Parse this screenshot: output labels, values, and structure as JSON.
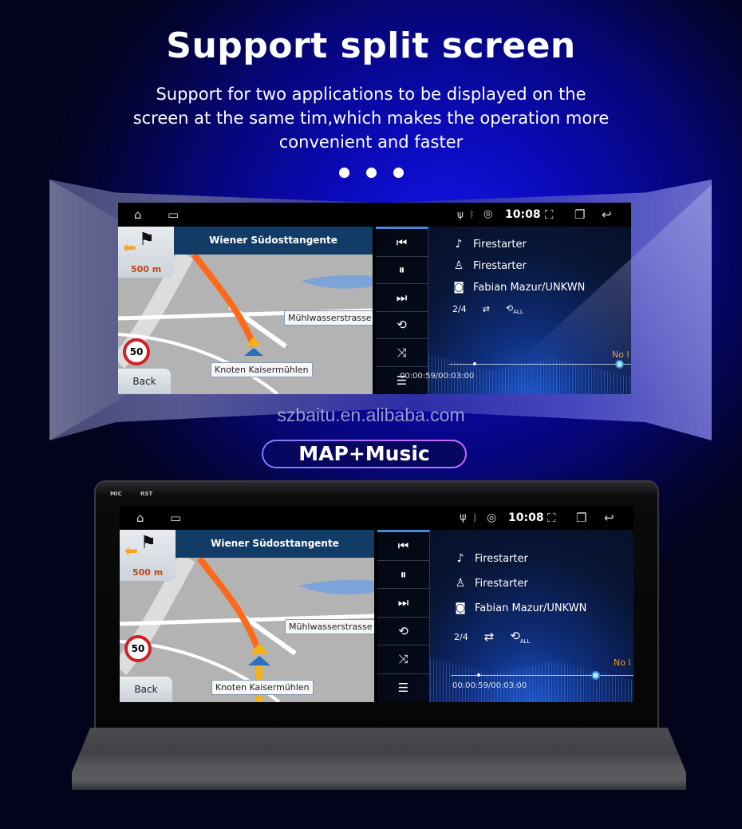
{
  "header": {
    "title": "Support split screen",
    "subtitle": "Support for two applications to be displayed on the screen at the same tim,which makes the operation more convenient and faster",
    "pager_dots": 3
  },
  "watermark": "szbaitu.en.alibaba.com",
  "mode_badge": "MAP+Music",
  "device": {
    "labels": [
      "MIC",
      "RST"
    ]
  },
  "screen": {
    "statusbar": {
      "left_icons": [
        "home-icon",
        "screen-icon"
      ],
      "right_icons": [
        "usb-icon",
        "bluetooth-icon",
        "hotspot-icon",
        "fullscreen-icon",
        "recent-apps-icon",
        "back-icon"
      ],
      "time": "10:08"
    },
    "map": {
      "road_title": "Wiener Südosttangente",
      "turn_distance": "500 m",
      "speed_limit": "50",
      "back_label": "Back",
      "street_labels": [
        "Mühlwasserstrasse",
        "Knoten Kaisermühlen"
      ],
      "route_color": "#ff6a1a",
      "header_color": "#123c66"
    },
    "music": {
      "controls": [
        "previous-icon",
        "pause-icon",
        "next-icon",
        "repeat-icon",
        "shuffle-icon",
        "playlist-icon"
      ],
      "song": "Firestarter",
      "artist": "Firestarter",
      "album": "Fabian Mazur/UNKWN",
      "track_index": "2/4",
      "repeat_mode": "ALL",
      "elapsed": "00:00:59/00:03:00",
      "lyrics_status": "No l",
      "accent_color": "#4a86d9"
    }
  }
}
